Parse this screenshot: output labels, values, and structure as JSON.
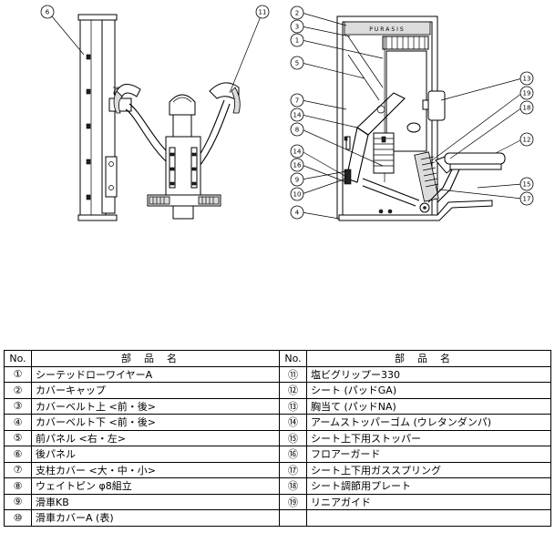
{
  "drawing": {
    "machine_brand": "PURASIS",
    "side_view_callouts": [
      "6",
      "11"
    ],
    "front_view_callouts": [
      "2",
      "3",
      "1",
      "5",
      "13",
      "19",
      "18",
      "7",
      "14",
      "8",
      "12",
      "14",
      "16",
      "9",
      "10",
      "15",
      "17",
      "4"
    ]
  },
  "table": {
    "headers": {
      "no": "No.",
      "name": "部品名"
    },
    "left": [
      {
        "no": "①",
        "name": "シーテッドローワイヤーA"
      },
      {
        "no": "②",
        "name": "カバーキャップ"
      },
      {
        "no": "③",
        "name": "カバーベルト上 <前・後>"
      },
      {
        "no": "④",
        "name": "カバーベルト下 <前・後>"
      },
      {
        "no": "⑤",
        "name": "前パネル <右・左>"
      },
      {
        "no": "⑥",
        "name": "後パネル"
      },
      {
        "no": "⑦",
        "name": "支柱カバー <大・中・小>"
      },
      {
        "no": "⑧",
        "name": "ウェイトピン φ8組立"
      },
      {
        "no": "⑨",
        "name": "滑車KB"
      },
      {
        "no": "⑩",
        "name": "滑車カバーA (表)"
      }
    ],
    "right": [
      {
        "no": "⑪",
        "name": "塩ビグリップー330"
      },
      {
        "no": "⑫",
        "name": "シート (パッドGA)"
      },
      {
        "no": "⑬",
        "name": "胸当て (パッドNA)"
      },
      {
        "no": "⑭",
        "name": "アームストッパーゴム (ウレタンダンパ)"
      },
      {
        "no": "⑮",
        "name": "シート上下用ストッパー"
      },
      {
        "no": "⑯",
        "name": "フロアーガード"
      },
      {
        "no": "⑰",
        "name": "シート上下用ガススプリング"
      },
      {
        "no": "⑱",
        "name": "シート調節用プレート"
      },
      {
        "no": "⑲",
        "name": "リニアガイド"
      },
      {
        "no": "",
        "name": ""
      }
    ]
  }
}
